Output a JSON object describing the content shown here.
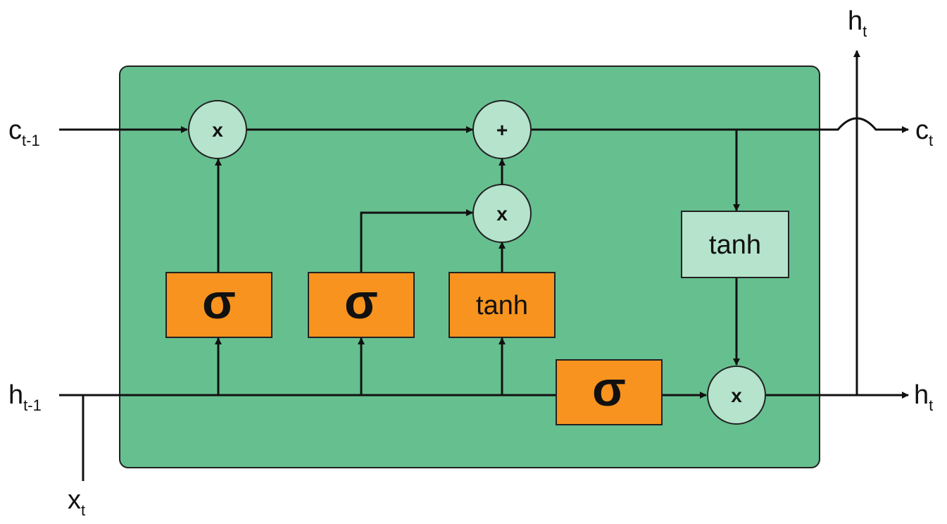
{
  "colors": {
    "cell_fill": "#66bf8f",
    "gate_fill": "#f7931e",
    "op_fill": "#b5e3cc",
    "tanh_box_fill": "#b5e3cc",
    "line": "#111111"
  },
  "labels": {
    "c_prev": {
      "base": "c",
      "sub": "t-1"
    },
    "h_prev": {
      "base": "h",
      "sub": "t-1"
    },
    "x_in": {
      "base": "x",
      "sub": "t"
    },
    "c_out": {
      "base": "c",
      "sub": "t"
    },
    "h_out": {
      "base": "h",
      "sub": "t"
    },
    "h_top": {
      "base": "h",
      "sub": "t"
    }
  },
  "gates": {
    "forget": "σ",
    "input": "σ",
    "candidate": "tanh",
    "output": "σ",
    "cell_tanh": "tanh"
  },
  "ops": {
    "forget_mul": "x",
    "add": "+",
    "input_mul": "x",
    "output_mul": "x"
  }
}
